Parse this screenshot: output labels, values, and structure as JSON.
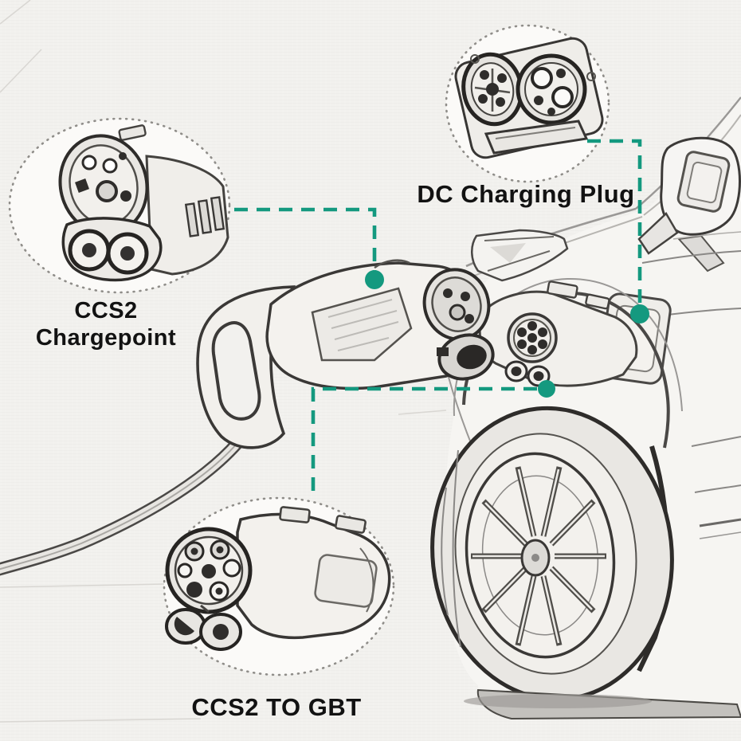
{
  "diagram": {
    "labels": {
      "ccs2_chargepoint_line1": "CCS2",
      "ccs2_chargepoint_line2": "Chargepoint",
      "dc_charging_plug": "DC Charging Plug",
      "ccs2_to_gbt": "CCS2 TO GBT"
    },
    "colors": {
      "callout_accent": "#14997f",
      "sketch_ink": "#4a4846",
      "paper": "#f2f1ee",
      "label_text": "#121212"
    }
  }
}
